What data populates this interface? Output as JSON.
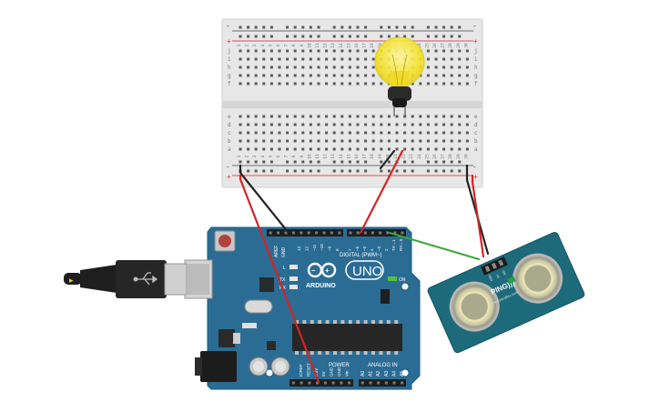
{
  "breadboard": {
    "rows_top": [
      "j",
      "i",
      "h",
      "g",
      "f"
    ],
    "rows_bottom": [
      "e",
      "d",
      "c",
      "b",
      "a"
    ],
    "column_count": 30,
    "rail_plus": "+",
    "rail_minus": "-"
  },
  "arduino": {
    "board_name": "UNO",
    "brand": "ARDUINO",
    "digital_label": "DIGITAL (PWM~)",
    "power_label": "POWER",
    "analog_label": "ANALOG IN",
    "on_label": "ON",
    "tx_label": "TX",
    "rx_label": "RX",
    "l_label": "L",
    "aref_label": "AREF",
    "gnd_label": "GND",
    "digital_pins": [
      "13",
      "12",
      "~11",
      "~10",
      "~9",
      "8",
      "7",
      "~6",
      "~5",
      "4",
      "~3",
      "2",
      "TX→1",
      "RX←0"
    ],
    "power_pins": [
      "IOREF",
      "RESET",
      "3.3V",
      "5V",
      "GND",
      "GND",
      "Vin"
    ],
    "analog_pins": [
      "A0",
      "A1",
      "A2",
      "A3",
      "A4",
      "A5"
    ]
  },
  "sensor": {
    "label": "PING))) ",
    "website": "www.parallax.com",
    "pins": [
      "GND",
      "5V",
      "SIG"
    ]
  },
  "colors": {
    "board_blue": "#2b6c94",
    "breadboard": "#e6e6e6",
    "sensor_teal": "#1d6a7a",
    "wire_red": "#d42426",
    "wire_black": "#222222",
    "wire_green": "#3aa63a",
    "bulb_yellow": "#f3e22a"
  },
  "icons": {
    "usb": "usb-trident-icon",
    "bulb": "light-bulb-icon",
    "infinity": "arduino-infinity-logo"
  }
}
